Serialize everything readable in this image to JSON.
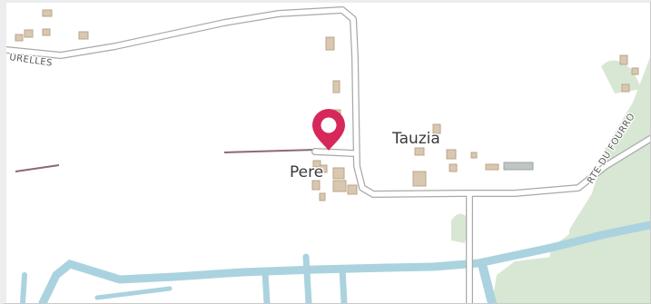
{
  "map": {
    "places": {
      "tauzia": "Tauzia",
      "pere": "Pere"
    },
    "roads": {
      "left": "URELLES",
      "right": "RTE DU FOURRO"
    },
    "marker": {
      "icon": "map-pin-icon",
      "color": "#d6285a"
    },
    "colors": {
      "water": "#aad3df",
      "meadow": "#d8e7d3",
      "road_casing": "#a9a9a9",
      "road_fill": "#ffffff",
      "building": "#d9c7b0",
      "building_outline": "#b9a58c",
      "track": "#8a6a70"
    }
  }
}
